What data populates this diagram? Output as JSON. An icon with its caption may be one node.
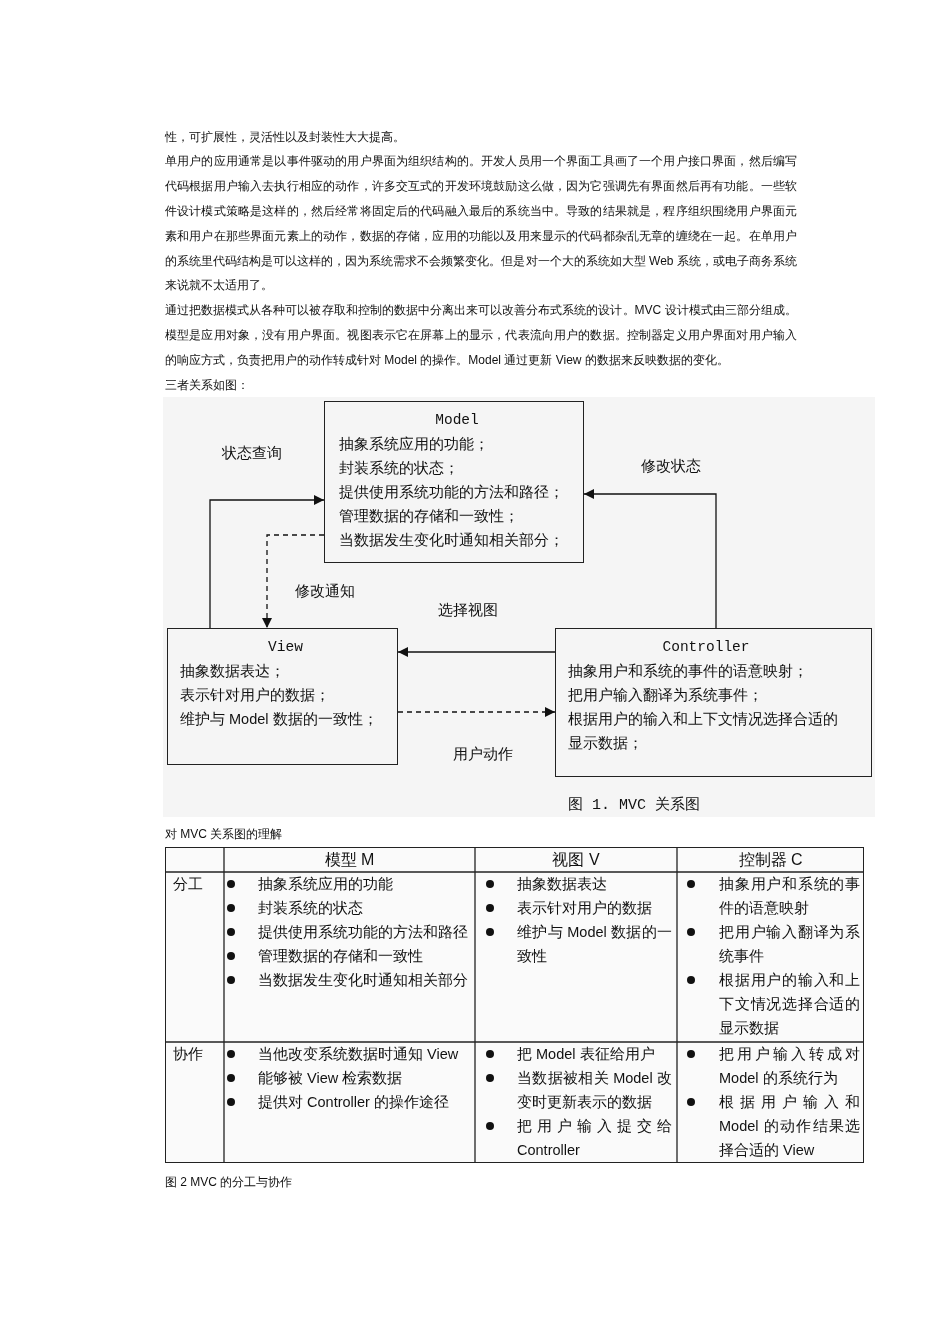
{
  "diagram": {
    "caption": "图 1. MVC 关系图",
    "nodes": [
      {
        "text": [
          "Model",
          "抽象系统应用的功能；",
          "封装系统的状态；",
          "提供使用系统功能的方法和路径；",
          "管理数据的存储和一致性；",
          "当数据发生变化时通知相关部分；"
        ]
      },
      {
        "text": [
          "View",
          "抽象数据表达；",
          "表示针对用户的数据；",
          "维护与 Model 数据的一致性；"
        ]
      },
      {
        "text": [
          "Controller",
          "抽象用户和系统的事件的语意映射；",
          "把用户输入翻译为系统事件；",
          "根据用户的输入和上下文情况选择合适的显示数据；"
        ]
      }
    ],
    "edges": [
      {
        "from": 1,
        "to": 0,
        "arrow": "to",
        "label": "状态查询"
      },
      {
        "from": 0,
        "to": 1,
        "arrow": "to",
        "label": "修改通知",
        "style": "dashed"
      },
      {
        "from": 2,
        "to": 0,
        "arrow": "to",
        "label": "修改状态"
      },
      {
        "from": 2,
        "to": 1,
        "arrow": "to",
        "label": "选择视图"
      },
      {
        "from": 1,
        "to": 2,
        "arrow": "to",
        "label": "用户动作",
        "style": "dashed"
      }
    ],
    "labels": [
      "性，可扩展性，灵活性以及封装性大大提高。",
      "单用户的应用通常是以事件驱动的用户界面为组织结构的。开发人员用一个界面工具画了一个用户接口界面，然后编写代码根据用户输入去执行相应的动作，许多交互式的开发环境鼓励这么做，因为它强调先有界面然后再有功能。一些软件设计模式策略是这样的，然后经常将固定后的代码融入最后的系统当中。导致的结果就是，程序组织围绕用户界面元素和用户在那些界面元素上的动作，数据的存储，应用的功能以及用来显示的代码都杂乱无章的缠绕在一起。在单用户的系统里代码结构是可以这样的，因为系统需求不会频繁变化。但是对一个大的系统如大型 Web 系统，或电子商务系统来说就不太适用了。",
      "通过把数据模式从各种可以被存取和控制的数据中分离出来可以改善分布式系统的设计。MVC 设计模式由三部分组成。模型是应用对象，没有用户界面。视图表示它在屏幕上的显示，代表流向用户的数据。控制器定义用户界面对用户输入的响应方式，负责把用户的动作转成针对 Model 的操作。Model 通过更新 View 的数据来反映数据的变化。",
      "三者关系如图：",
      "对 MVC 关系图的理解",
      "模型 M",
      "视图 V",
      "控制器 C",
      "分工",
      "抽象系统应用的功能",
      "封装系统的状态",
      "提供使用系统功能的方法和路径",
      "管理数据的存储和一致性",
      "当数据发生变化时通知相关部分",
      "抽象数据表达",
      "表示针对用户的数据",
      "维护与 Model 数据的一致性",
      "抽象用户和系统的事件的语意映射",
      "把用户输入翻译为系统事件",
      "根据用户的输入和上下文情况选择合适的显示数据",
      "协作",
      "当他改变系统数据时通知 View",
      "能够被 View 检索数据",
      "提供对 Controller 的操作途径",
      "把 Model 表征给用户",
      "当数据被相关 Model 改变时更新表示的数据",
      "把用户输入提交给 Controller",
      "把用户输入转成对 Model 的系统行为",
      "根据用户输入和 Model 的动作结果选择合适的 View",
      "图 2 MVC 的分工与协作"
    ]
  }
}
